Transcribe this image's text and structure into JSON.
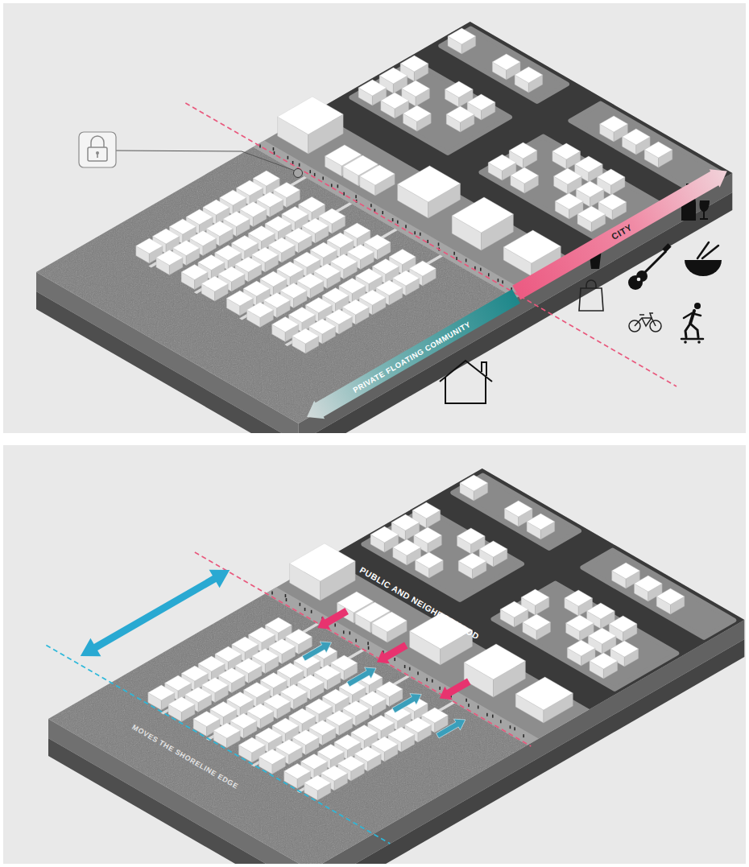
{
  "diagram": {
    "nodes": [
      {
        "text": [
          "CITY"
        ]
      },
      {
        "text": [
          "PRIVATE FLOATING COMMUNITY"
        ]
      }
    ],
    "labels": [
      "PUBLIC AND NEIGHBORHOOD",
      "MOVES THE SHORELINE EDGE"
    ]
  }
}
